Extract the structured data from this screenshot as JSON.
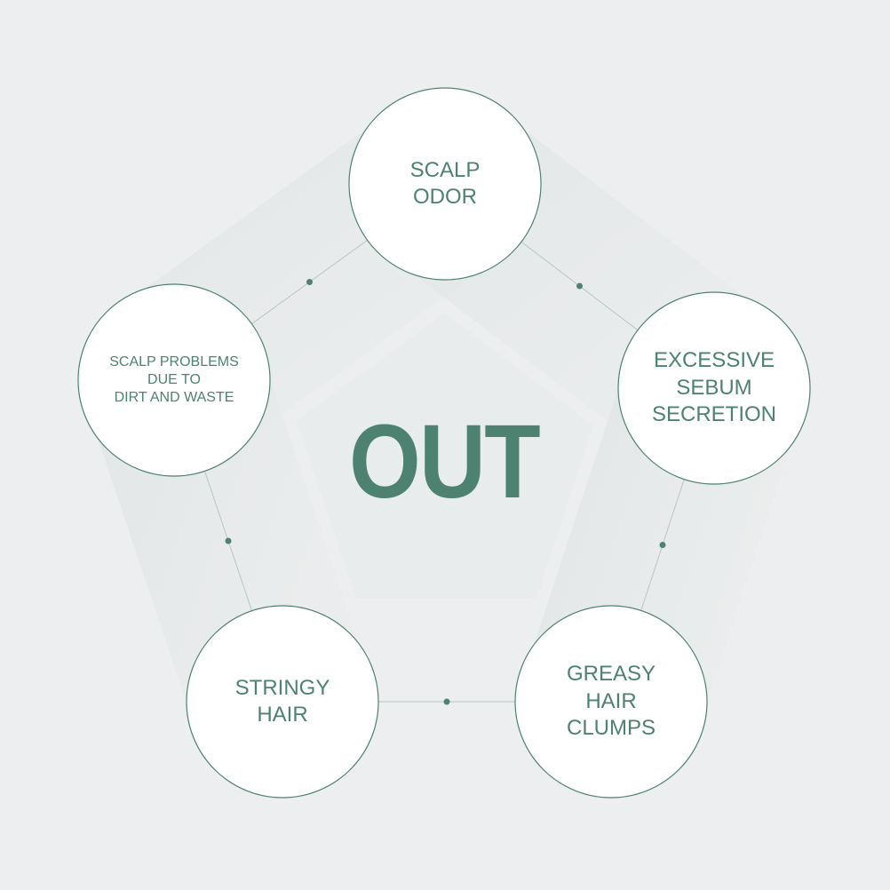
{
  "center_title": "OUT",
  "nodes": [
    {
      "id": "scalp-odor",
      "label": "SCALP\nODOR"
    },
    {
      "id": "excessive-sebum-secretion",
      "label": "EXCESSIVE\nSEBUM\nSECRETION"
    },
    {
      "id": "greasy-hair-clumps",
      "label": "GREASY\nHAIR\nCLUMPS"
    },
    {
      "id": "stringy-hair",
      "label": "STRINGY\nHAIR"
    },
    {
      "id": "scalp-problems",
      "label": "SCALP PROBLEMS\nDUE TO\nDIRT AND WASTE"
    }
  ],
  "colors": {
    "background": "#eceeef",
    "accent": "#4e8270",
    "node_fill": "#ffffff",
    "band": "#dfe3e2"
  }
}
